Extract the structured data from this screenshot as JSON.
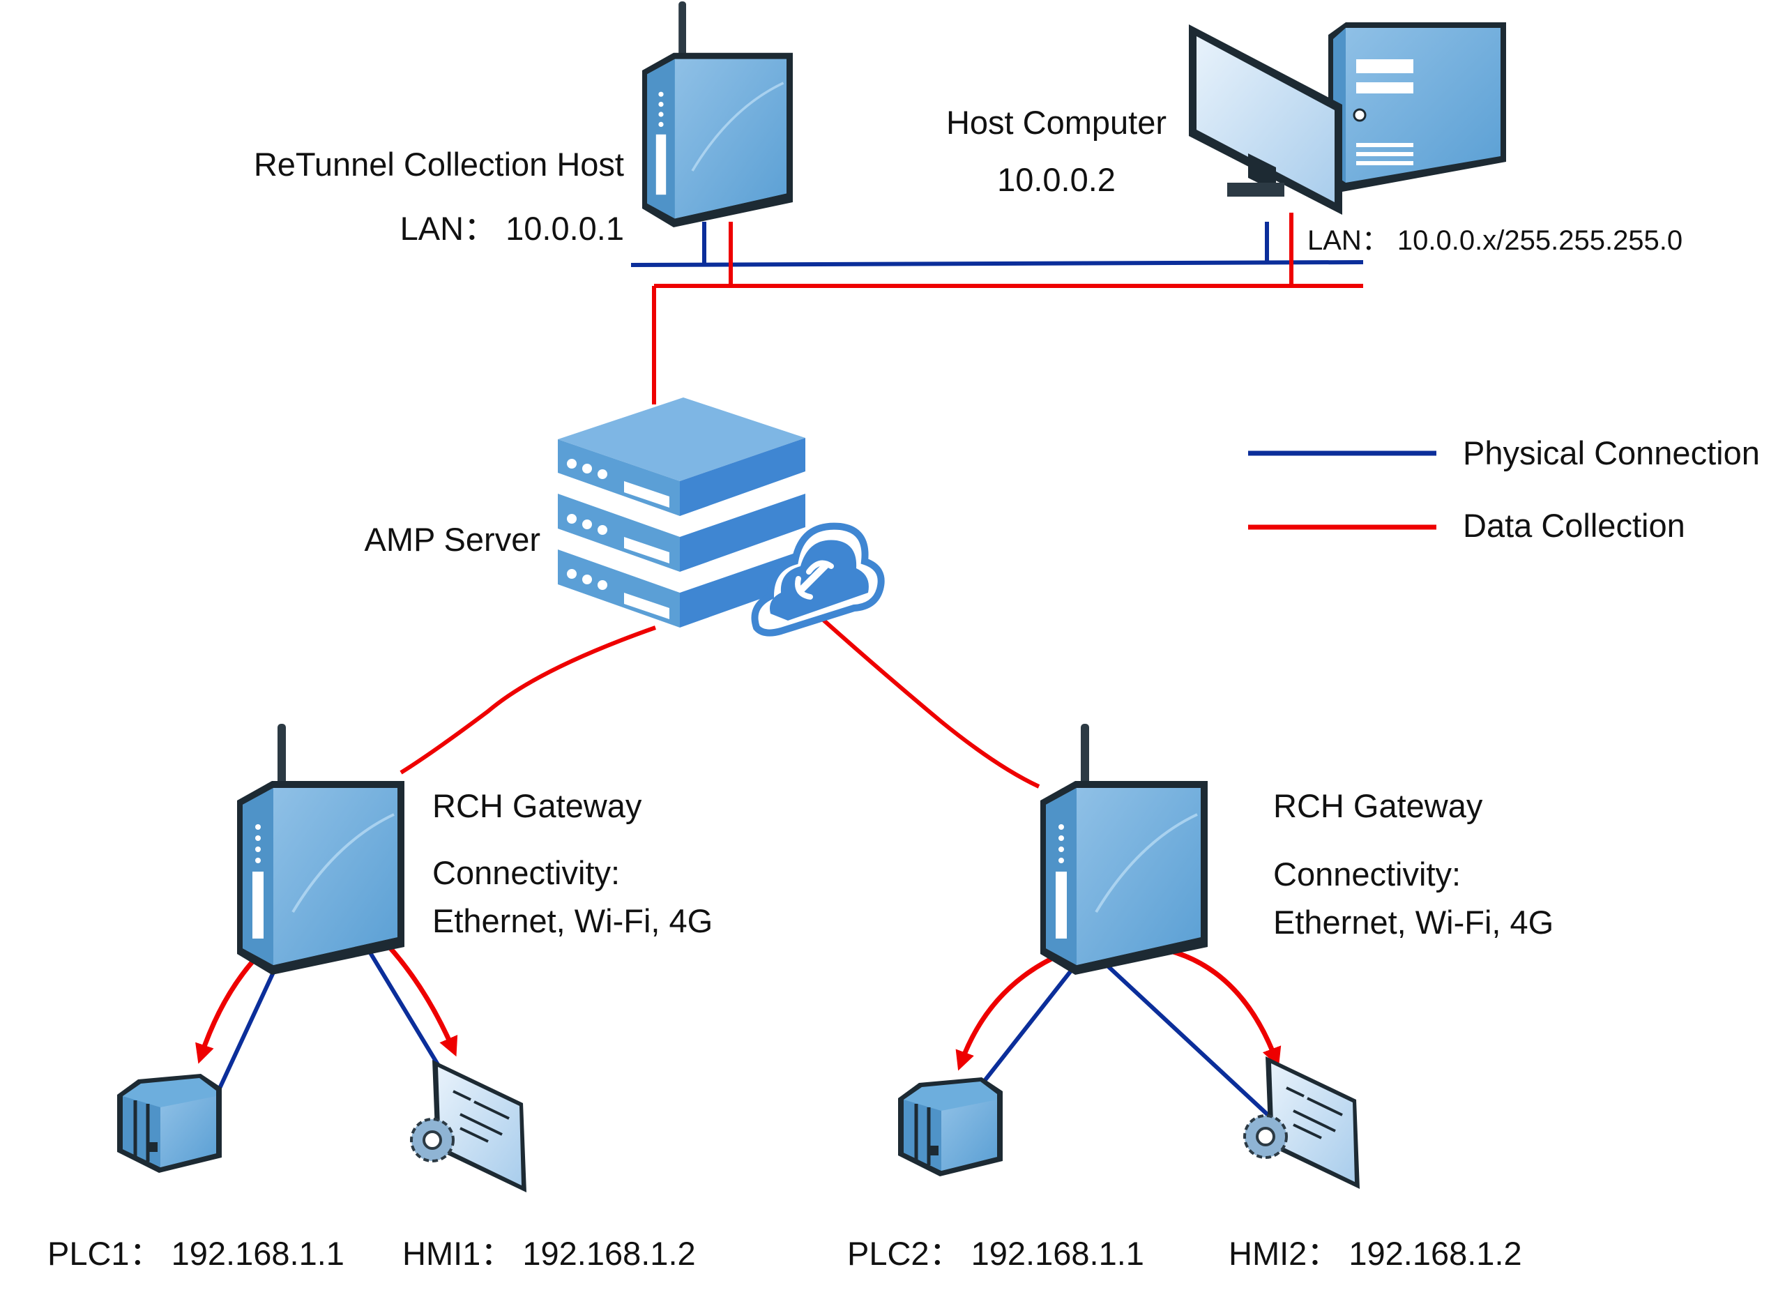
{
  "nodes": {
    "collection_host": {
      "name": "ReTunnel Collection Host",
      "lan": "LAN：  10.0.0.1"
    },
    "host_computer": {
      "name": "Host Computer",
      "ip": "10.0.0.2",
      "lan": "LAN：  10.0.0.x/255.255.255.0"
    },
    "amp_server": {
      "name": "AMP Server"
    },
    "gateway_left": {
      "name": "RCH Gateway",
      "connectivity_title": "Connectivity:",
      "connectivity": "Ethernet, Wi-Fi, 4G"
    },
    "gateway_right": {
      "name": "RCH Gateway",
      "connectivity_title": "Connectivity:",
      "connectivity": "Ethernet, Wi-Fi, 4G"
    },
    "plc1": {
      "label": "PLC1：  192.168.1.1"
    },
    "hmi1": {
      "label": "HMI1：  192.168.1.2"
    },
    "plc2": {
      "label": "PLC2：  192.168.1.1"
    },
    "hmi2": {
      "label": "HMI2：  192.168.1.2"
    }
  },
  "legend": {
    "physical": {
      "label": "Physical Connection",
      "color": "#0b2e9a"
    },
    "data": {
      "label": "Data Collection",
      "color": "#ee0000"
    }
  },
  "icons": {
    "collection_host": "router-icon",
    "host_computer": "desktop-computer-icon",
    "amp_server": "cloud-server-stack-icon",
    "gateways": "router-icon",
    "plcs": "plc-module-icon",
    "hmis": "hmi-panel-icon"
  }
}
